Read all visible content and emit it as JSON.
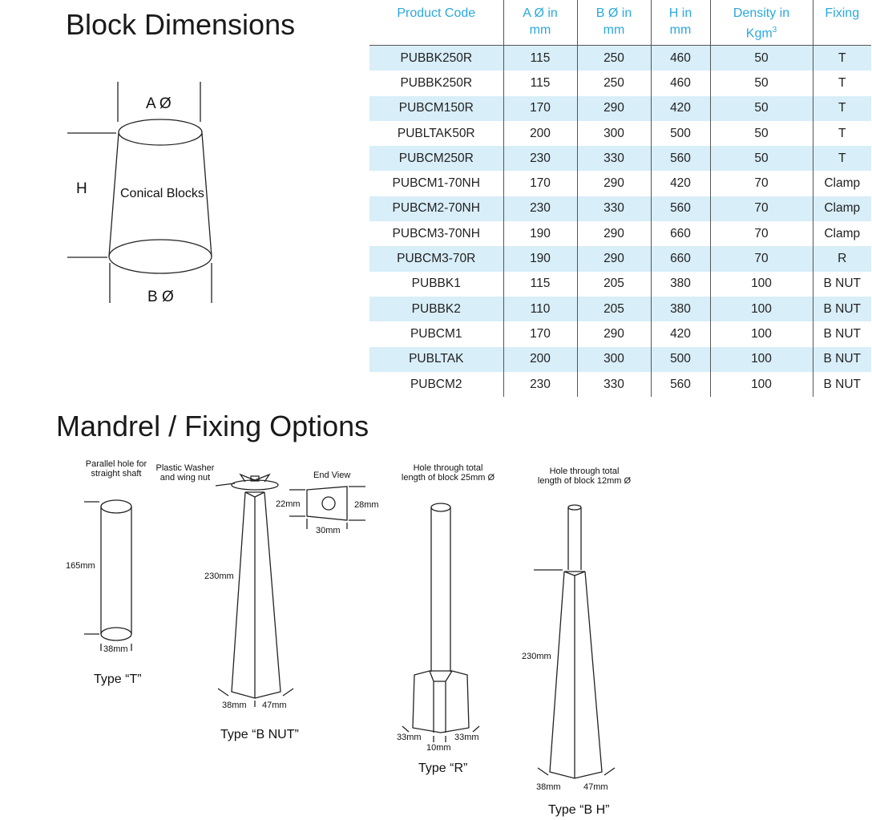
{
  "headings": {
    "block_dimensions": "Block Dimensions",
    "mandrel_options": "Mandrel / Fixing Options"
  },
  "cone_diagram": {
    "a_label": "A Ø",
    "b_label": "B Ø",
    "h_label": "H",
    "body_label": "Conical Blocks"
  },
  "table": {
    "headers": {
      "code": "Product Code",
      "a_line1": "A Ø in",
      "a_line2": "mm",
      "b_line1": "B Ø in",
      "b_line2": "mm",
      "h_line1": "H in",
      "h_line2": "mm",
      "density_line1": "Density in",
      "density_line2": "Kgm",
      "density_sup": "3",
      "fixing": "Fixing"
    },
    "rows": [
      [
        "PUBBK250R",
        "115",
        "250",
        "460",
        "50",
        "T"
      ],
      [
        "PUBBK250R",
        "115",
        "250",
        "460",
        "50",
        "T"
      ],
      [
        "PUBCM150R",
        "170",
        "290",
        "420",
        "50",
        "T"
      ],
      [
        "PUBLTAK50R",
        "200",
        "300",
        "500",
        "50",
        "T"
      ],
      [
        "PUBCM250R",
        "230",
        "330",
        "560",
        "50",
        "T"
      ],
      [
        "PUBCM1-70NH",
        "170",
        "290",
        "420",
        "70",
        "Clamp"
      ],
      [
        "PUBCM2-70NH",
        "230",
        "330",
        "560",
        "70",
        "Clamp"
      ],
      [
        "PUBCM3-70NH",
        "190",
        "290",
        "660",
        "70",
        "Clamp"
      ],
      [
        "PUBCM3-70R",
        "190",
        "290",
        "660",
        "70",
        "R"
      ],
      [
        "PUBBK1",
        "115",
        "205",
        "380",
        "100",
        "B NUT"
      ],
      [
        "PUBBK2",
        "110",
        "205",
        "380",
        "100",
        "B NUT"
      ],
      [
        "PUBCM1",
        "170",
        "290",
        "420",
        "100",
        "B NUT"
      ],
      [
        "PUBLTAK",
        "200",
        "300",
        "500",
        "100",
        "B NUT"
      ],
      [
        "PUBCM2",
        "230",
        "330",
        "560",
        "100",
        "B NUT"
      ]
    ]
  },
  "type_t": {
    "note_line1": "Parallel hole for",
    "note_line2": "straight shaft",
    "height": "165mm",
    "diameter": "38mm",
    "label": "Type “T”"
  },
  "type_bnut": {
    "washer_line1": "Plastic Washer",
    "washer_line2": "and wing nut",
    "height": "230mm",
    "base_left": "38mm",
    "base_right": "47mm",
    "label": "Type “B NUT”",
    "end_view": {
      "title": "End View",
      "left": "22mm",
      "right": "28mm",
      "bottom": "30mm"
    }
  },
  "type_r": {
    "note_line1": "Hole through total",
    "note_line2": "length of block 25mm Ø",
    "base_left": "33mm",
    "base_right": "33mm",
    "base_mid": "10mm",
    "label": "Type “R”"
  },
  "type_bh": {
    "note_line1": "Hole through total",
    "note_line2": "length of block 12mm Ø",
    "height": "230mm",
    "base_left": "38mm",
    "base_right": "47mm",
    "label": "Type “B H”"
  },
  "colors": {
    "header_text": "#2aa8e0",
    "row_shade": "#d8eef8",
    "line": "#222222"
  }
}
